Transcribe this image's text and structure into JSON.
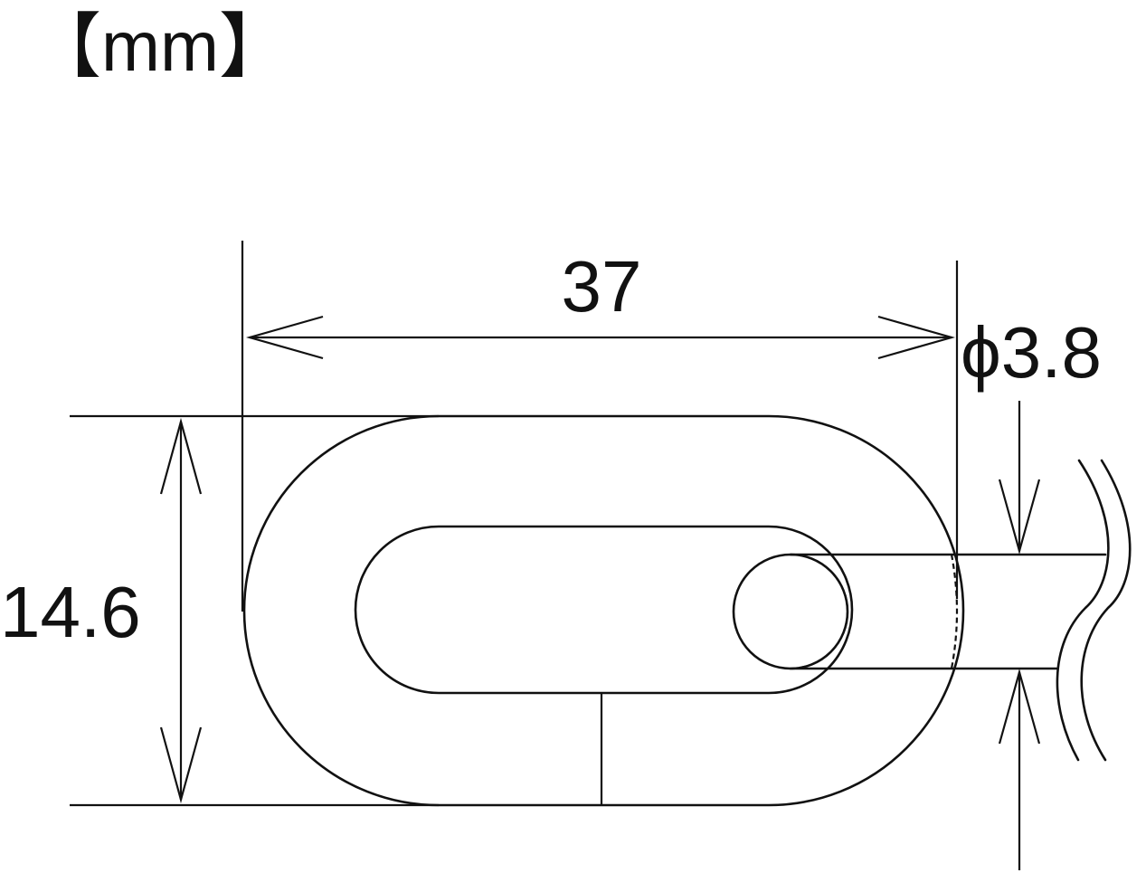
{
  "unit_label": "【mm】",
  "dimensions": {
    "length": "37",
    "height": "14.6",
    "wire_diameter": "ϕ3.8"
  },
  "colors": {
    "line": "#111111",
    "background": "#ffffff"
  }
}
